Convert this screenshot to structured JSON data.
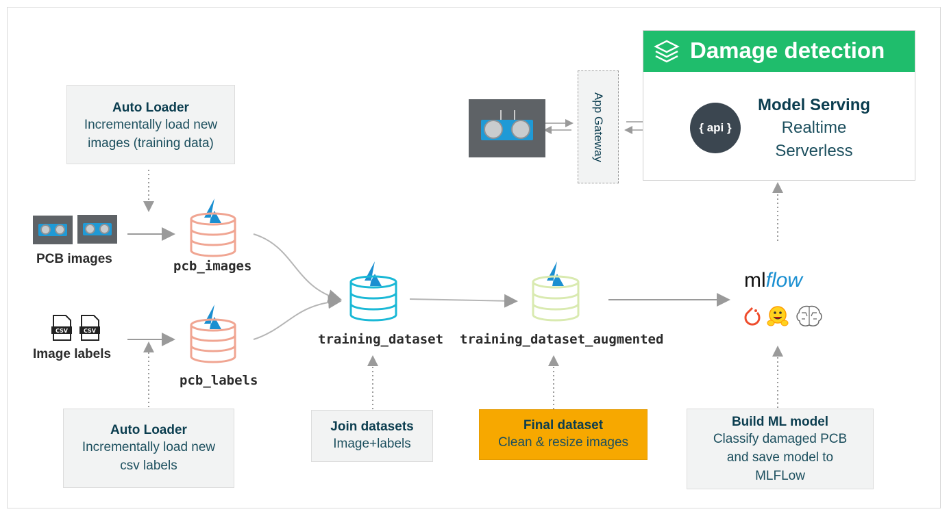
{
  "auto_loader_top": {
    "title": "Auto Loader",
    "line1": "Incrementally load new",
    "line2": "images (training data)"
  },
  "auto_loader_bottom": {
    "title": "Auto Loader",
    "line1": "Incrementally load new",
    "line2": "csv labels"
  },
  "pcb_images_label": "PCB images",
  "image_labels_label": "Image labels",
  "csv_icon_text": "CSV",
  "tables": {
    "pcb_images": "pcb_images",
    "pcb_labels": "pcb_labels",
    "training_dataset": "training_dataset",
    "training_dataset_augmented": "training_dataset_augmented"
  },
  "join_box": {
    "title": "Join datasets",
    "subtitle": "Image+labels"
  },
  "final_box": {
    "title": "Final dataset",
    "subtitle": "Clean & resize images"
  },
  "build_box": {
    "title": "Build ML model",
    "line1": "Classify damaged PCB",
    "line2": "and save model to",
    "line3": "MLFLow"
  },
  "gateway": "App Gateway",
  "damage_panel": {
    "title": "Damage detection",
    "api_label": "{ api }",
    "serving_title": "Model Serving",
    "serving_line1": "Realtime",
    "serving_line2": "Serverless"
  },
  "mlflow": {
    "prefix": "ml",
    "suffix": "flow"
  },
  "colors": {
    "header_green": "#1fbd6c",
    "orange": "#f7a800",
    "pcb_db": "#f0a592",
    "training_db": "#1ab8d6",
    "augmented_db": "#d9eab0",
    "delta_blue": "#1a8fd1"
  },
  "icons": [
    "layers-icon",
    "delta-icon",
    "database-icon",
    "csv-file-icon",
    "pytorch-icon",
    "huggingface-icon",
    "brain-icon"
  ]
}
